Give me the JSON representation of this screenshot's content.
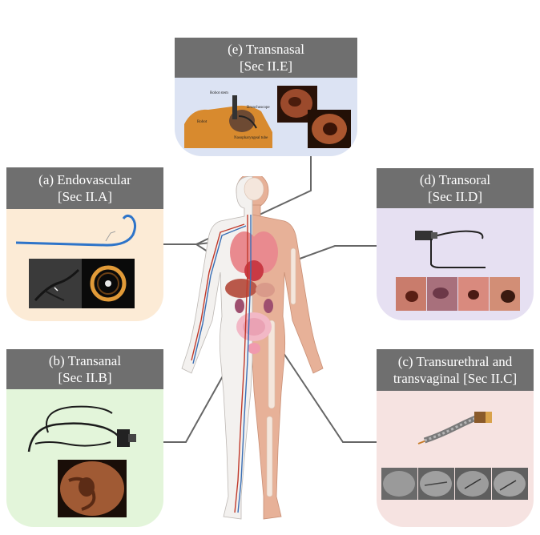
{
  "panels": {
    "e": {
      "line1": "(e) Transnasal",
      "line2": "[Sec II.E]",
      "labels": {
        "robot_stem": "Robot stem",
        "bronchoscope": "Bronchoscope",
        "robot": "Robot",
        "tube": "Nasopharyngeal tube"
      }
    },
    "a": {
      "line1": "(a)  Endovascular",
      "line2": "[Sec II.A]"
    },
    "d": {
      "line1": "(d) Transoral",
      "line2": "[Sec II.D]"
    },
    "b": {
      "line1": "(b) Transanal",
      "line2": "[Sec II.B]"
    },
    "c": {
      "line1": "(c) Transurethral and",
      "line2": "transvaginal  [Sec II.C]"
    }
  },
  "colors": {
    "header": "#6f6f6f",
    "transnasal_bg": "#dce3f3",
    "endovascular_bg": "#fcebd6",
    "transoral_bg": "#e6e0f2",
    "transanal_bg": "#e3f5da",
    "transurethral_bg": "#f6e3e1",
    "connector": "#666666"
  }
}
